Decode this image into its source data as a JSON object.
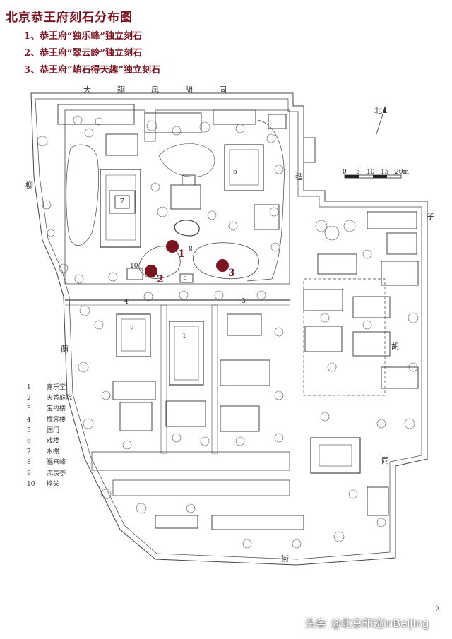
{
  "title": "北京恭王府刻石分布图",
  "rock_list": [
    "1、恭王府“独乐峰”独立刻石",
    "2、恭王府“翠云岭”独立刻石",
    "3、恭王府“峭石得天趣”独立刻石"
  ],
  "streets": {
    "north_chars": [
      "大",
      "翔",
      "凤",
      "胡",
      "同"
    ],
    "west_top": "柳",
    "west_bottom": "荫",
    "east_top": "毡",
    "east_mid": "子",
    "east_low": "胡",
    "east_bottom": "同",
    "south": "街"
  },
  "north_arrow": "北",
  "scale_bar": {
    "labels": [
      "0",
      "5",
      "10",
      "15",
      "20m"
    ]
  },
  "building_numbers": [
    "1",
    "2",
    "3",
    "4",
    "5",
    "6",
    "7",
    "8",
    "10"
  ],
  "rock_numbers": [
    "1",
    "2",
    "3"
  ],
  "legend": [
    {
      "num": "1",
      "name": "嘉乐堂"
    },
    {
      "num": "2",
      "name": "天香庭院"
    },
    {
      "num": "3",
      "name": "宝约楼"
    },
    {
      "num": "4",
      "name": "檐霁楼"
    },
    {
      "num": "5",
      "name": "园门"
    },
    {
      "num": "6",
      "name": "戏楼"
    },
    {
      "num": "7",
      "name": "水榭"
    },
    {
      "num": "8",
      "name": "福来峰"
    },
    {
      "num": "9",
      "name": "流羡亭"
    },
    {
      "num": "10",
      "name": "榆关"
    }
  ],
  "page_number": "2",
  "watermark": {
    "source": "头条",
    "handle": "@北京印迹inBeijing"
  },
  "colors": {
    "rock_marker": "#7a1420",
    "line": "#444444",
    "title": "#7a1420"
  }
}
